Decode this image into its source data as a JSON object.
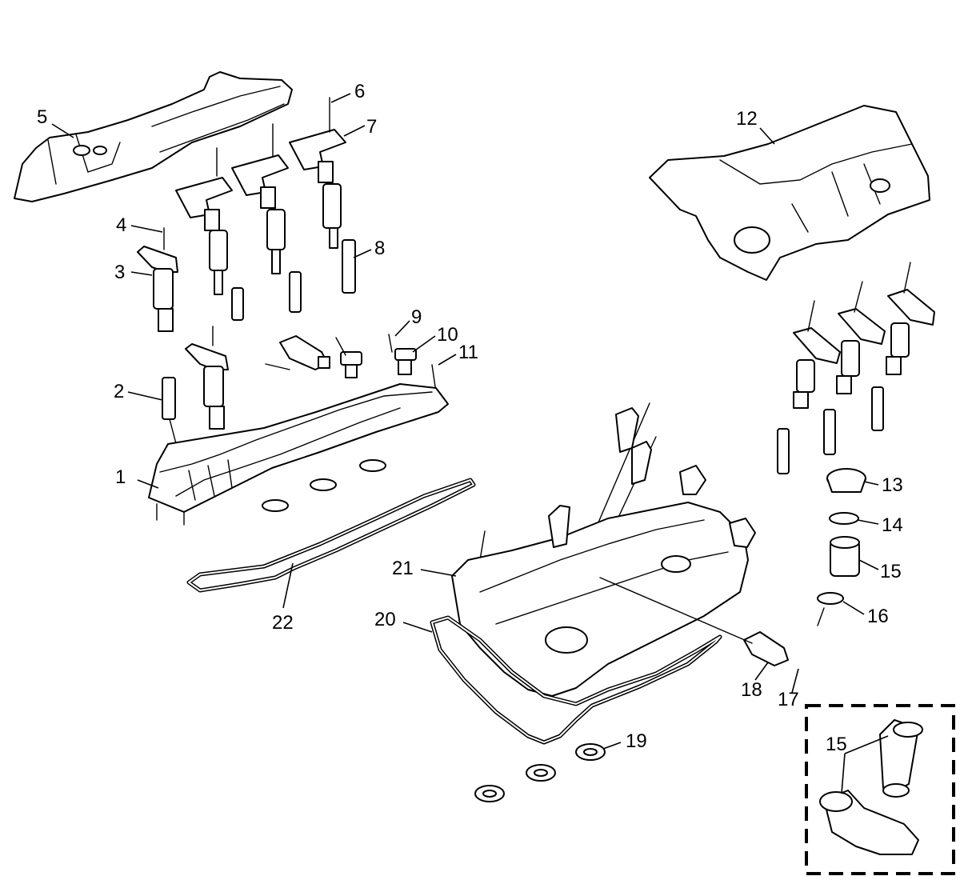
{
  "diagram": {
    "callouts": {
      "c1": "1",
      "c2": "2",
      "c3": "3",
      "c4": "4",
      "c5": "5",
      "c6": "6",
      "c7": "7",
      "c8": "8",
      "c9": "9",
      "c10": "10",
      "c11": "11",
      "c12": "12",
      "c13": "13",
      "c14": "14",
      "c15": "15",
      "c16": "16",
      "c17": "17",
      "c18": "18",
      "c19": "19",
      "c20": "20",
      "c21": "21",
      "c22": "22",
      "c15_inset": "15"
    },
    "colors": {
      "line": "#000000",
      "background": "#ffffff"
    }
  }
}
